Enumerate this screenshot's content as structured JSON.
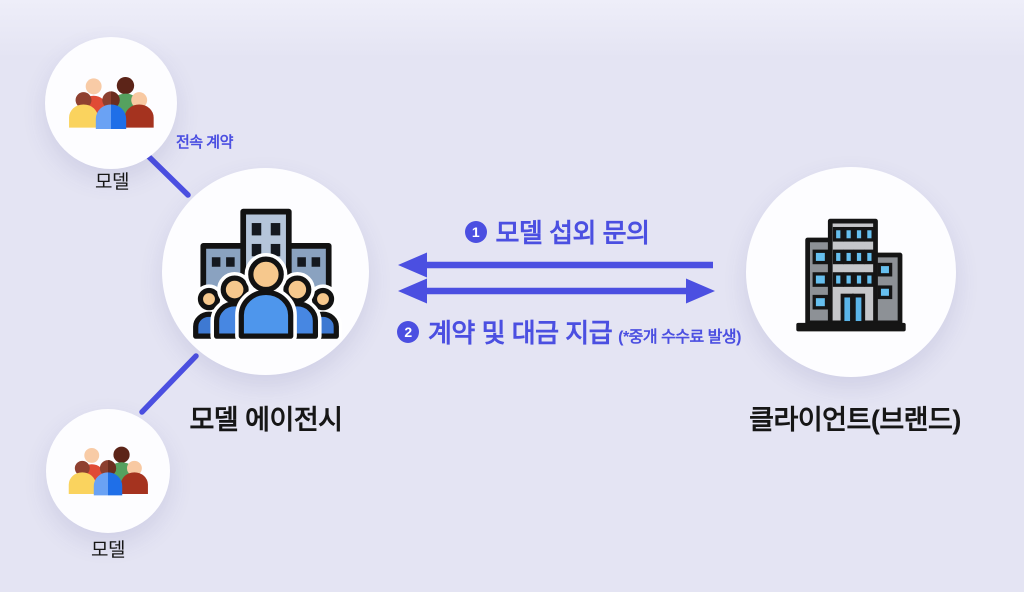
{
  "colors": {
    "background": "#e4e4f3",
    "accent": "#4b4fe1",
    "text": "#161616",
    "circle_fill": "#fdfdff"
  },
  "nodes": {
    "model_top": {
      "label": "모델",
      "icon": "people-group-icon"
    },
    "model_bottom": {
      "label": "모델",
      "icon": "people-group-icon"
    },
    "agency": {
      "label": "모델 에이전시",
      "icon": "agency-crowd-buildings-icon"
    },
    "client": {
      "label": "클라이언트(브랜드)",
      "icon": "office-building-icon"
    }
  },
  "edges": {
    "exclusive_contract": {
      "label": "전속 계약"
    },
    "inquiry": {
      "badge": "1",
      "label": "모델 섭외 문의"
    },
    "payment": {
      "badge": "2",
      "label": "계약 및 대금 지급",
      "note": "(*중개 수수료 발생)"
    }
  }
}
